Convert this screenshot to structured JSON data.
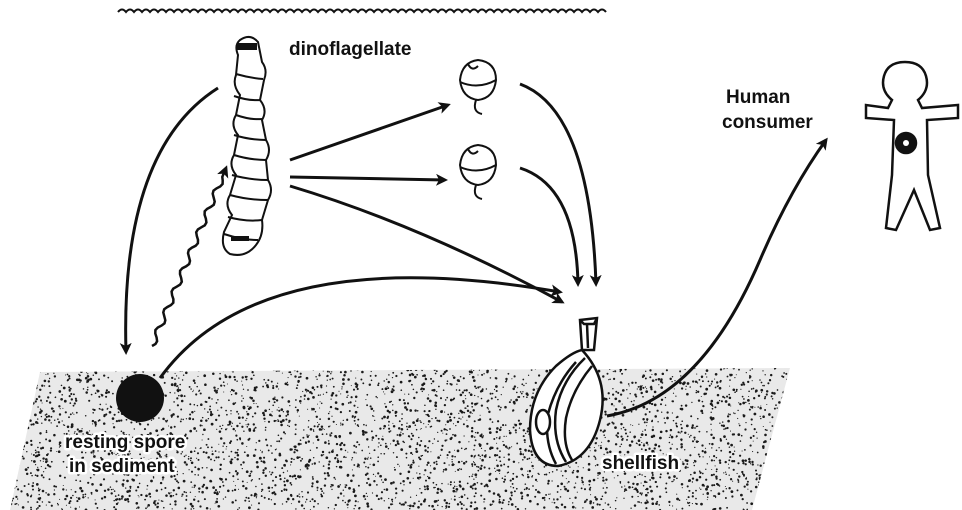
{
  "labels": {
    "dinoflagellate": "dinoflagellate",
    "human_line1": "Human",
    "human_line2": "consumer",
    "spore_line1": "resting spore",
    "spore_line2": "in sediment",
    "shellfish": "shellfish"
  },
  "colors": {
    "ink": "#111111",
    "background": "#ffffff",
    "sediment_dots": "#1a1a1a"
  }
}
